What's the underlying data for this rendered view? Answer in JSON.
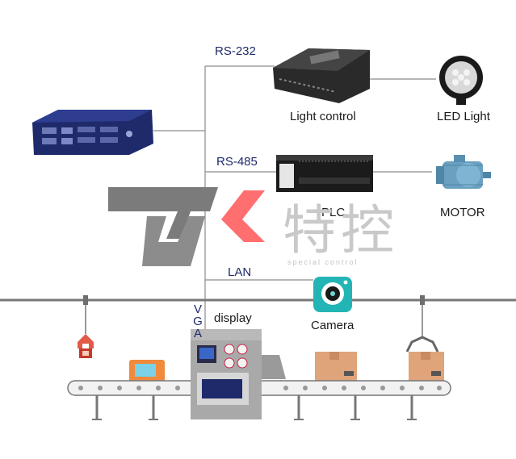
{
  "interfaces": {
    "rs232": "RS-232",
    "rs485": "RS-485",
    "lan": "LAN",
    "vga": [
      "V",
      "G",
      "A"
    ]
  },
  "devices": {
    "light_control": "Light control",
    "led_light": "LED Light",
    "plc": "PLC",
    "motor": "MOTOR",
    "camera": "Camera",
    "display": "display"
  },
  "watermark": {
    "chinese": "特控",
    "english": "special control"
  },
  "colors": {
    "line": "#8a8a8a",
    "logo_grey": "#7b7b7b",
    "logo_red": "#ff6f6f",
    "pc_blue": "#1f2a6b",
    "camera_teal": "#23b5b5",
    "box_tan": "#e0a47a"
  }
}
